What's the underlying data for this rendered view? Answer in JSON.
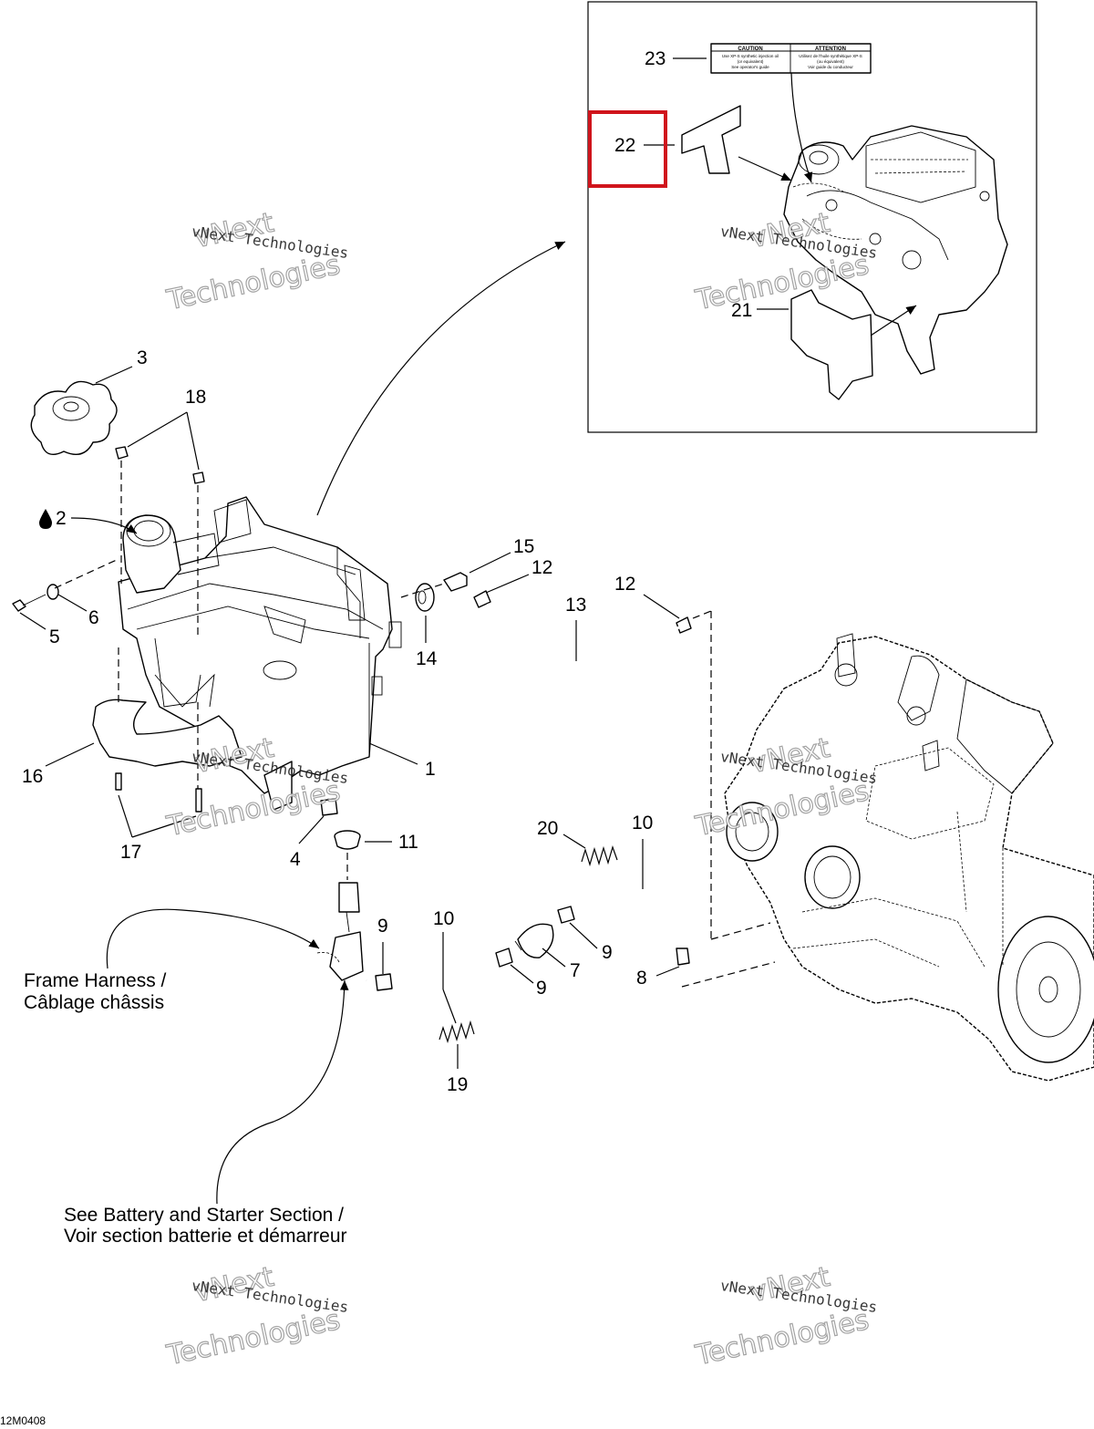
{
  "callouts": {
    "c1": "1",
    "c2": "2",
    "c3": "3",
    "c4": "4",
    "c5": "5",
    "c6": "6",
    "c7": "7",
    "c8": "8",
    "c9a": "9",
    "c9b": "9",
    "c9c": "9",
    "c10a": "10",
    "c10b": "10",
    "c11": "11",
    "c12a": "12",
    "c12b": "12",
    "c13": "13",
    "c14": "14",
    "c15": "15",
    "c16": "16",
    "c17": "17",
    "c18": "18",
    "c19": "19",
    "c20": "20",
    "c21": "21",
    "c22": "22",
    "c23": "23"
  },
  "notes": {
    "frame_harness_en": "Frame Harness /",
    "frame_harness_fr": "Câblage châssis",
    "battery_en": "See Battery and Starter Section /",
    "battery_fr": "Voir section batterie et démarreur"
  },
  "label_decal": {
    "caution": "CAUTION",
    "attention": "ATTENTION",
    "line1_en": "Use XP-S synthetic injection oil",
    "line2_en": "(or equivalent)",
    "line3_en": "See operator's guide",
    "line1_fr": "Utilisez de l'huile synthétique XP-S",
    "line2_fr": "(ou équivalent)",
    "line3_fr": "Voir guide du conducteur"
  },
  "watermarks": {
    "small": "vNext Technologies",
    "big_line1": "vNext",
    "big_line2": "Technologies"
  },
  "drawing_code": "12M0408",
  "highlight_color": "#d0141c"
}
